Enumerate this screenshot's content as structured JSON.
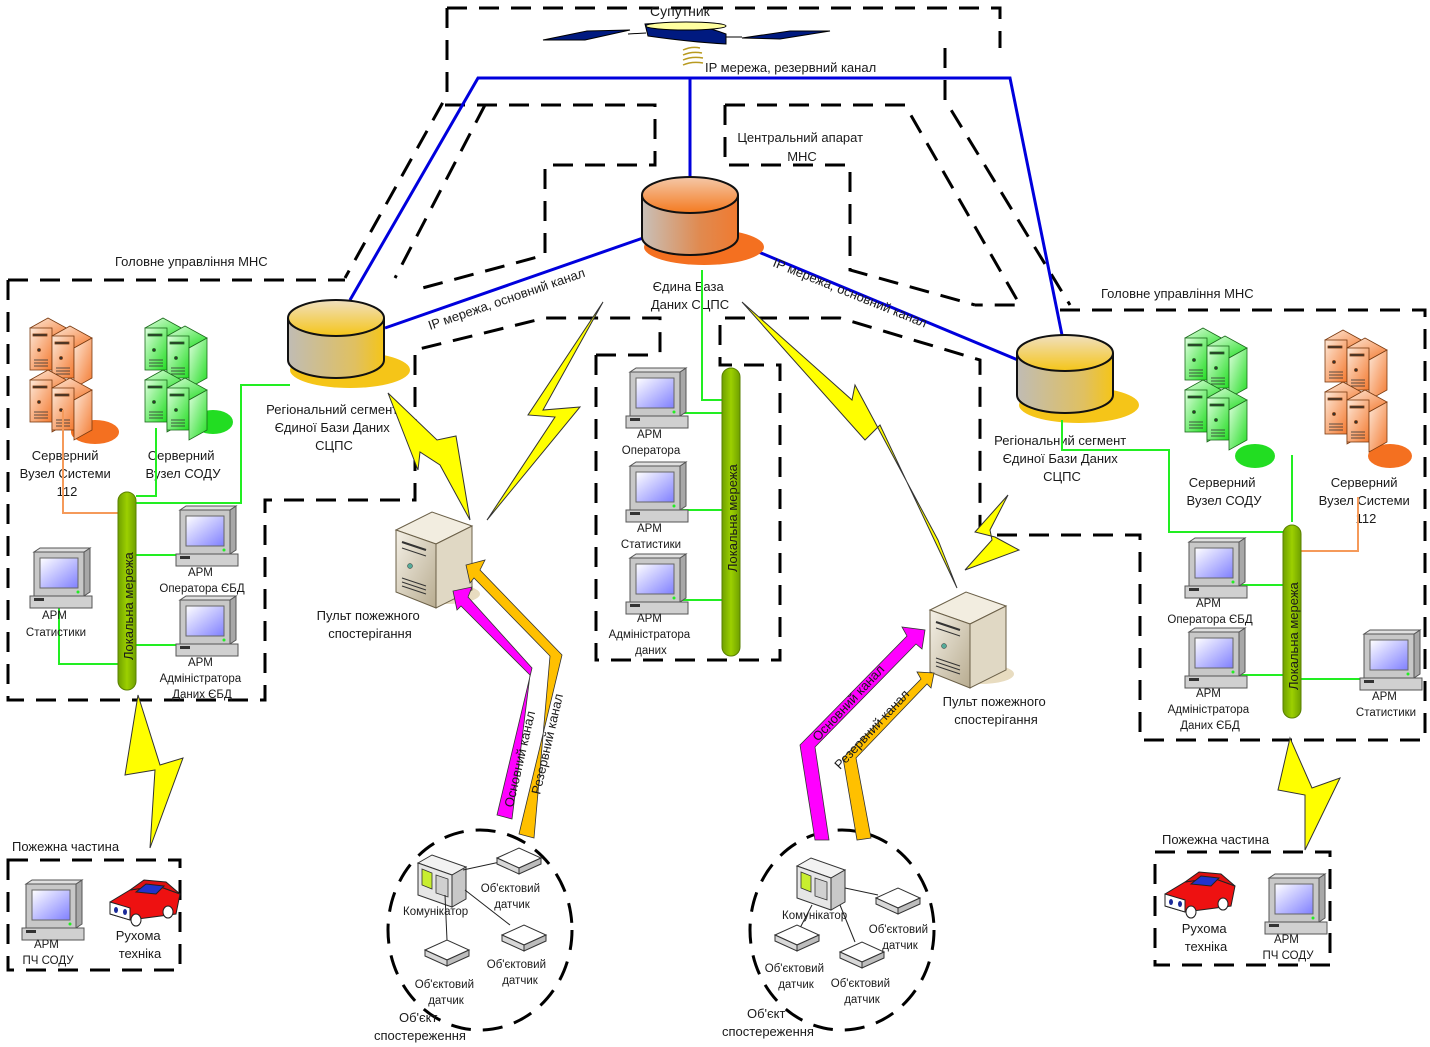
{
  "colors": {
    "ip_line": "#0000dd",
    "lan_line": "#22ee22",
    "lan_bar": "#88c400",
    "primary_channel": "#ff00ff",
    "backup_channel": "#ffc000",
    "bolt": "#ffff00",
    "central_db": "#f07a30",
    "regional_db": "#f5c518"
  },
  "satellite": {
    "label": "Супутник",
    "link_label": "IP мережа, резервний канал"
  },
  "central": {
    "zone_label": [
      "Центральний апарат",
      "МНС"
    ],
    "db_label": [
      "Єдина База",
      "Даних СЦПС"
    ],
    "lan_label": "Локальна мережа",
    "workstations": [
      {
        "label": [
          "АРМ",
          "Оператора"
        ]
      },
      {
        "label": [
          "АРМ",
          "Статистики"
        ]
      },
      {
        "label": [
          "АРМ",
          "Адміністратора",
          "даних"
        ]
      }
    ]
  },
  "ip_links": {
    "left_label": "IP мережа, основний канал",
    "right_label": "IP мережа, основний канал"
  },
  "left_region": {
    "zone_label": "Головне управління МНС",
    "db_label": [
      "Регіональний сегмент",
      "Єдиної Бази Даних",
      "СЦПС"
    ],
    "server_112": [
      "Серверний",
      "Вузел Системи",
      "112"
    ],
    "server_sodu": [
      "Серверний",
      "Вузел СОДУ"
    ],
    "lan_label": "Локальна мережа",
    "ws_stat": [
      "АРМ",
      "Статистики"
    ],
    "ws_operator": [
      "АРМ",
      "Оператора ЄБД"
    ],
    "ws_admin": [
      "АРМ",
      "Адміністратора",
      "Даних ЄБД"
    ],
    "fire_unit": {
      "label": "Пожежна частина",
      "ws": [
        "АРМ",
        "ПЧ СОДУ"
      ],
      "vehicle": [
        "Рухома",
        "техніка"
      ]
    }
  },
  "right_region": {
    "zone_label": "Головне управління МНС",
    "db_label": [
      "Регіональний сегмент",
      "Єдиної Бази Даних",
      "СЦПС"
    ],
    "server_sodu": [
      "Серверний",
      "Вузел СОДУ"
    ],
    "server_112": [
      "Серверний",
      "Вузел Системи",
      "112"
    ],
    "lan_label": "Локальна мережа",
    "ws_operator": [
      "АРМ",
      "Оператора ЄБД"
    ],
    "ws_admin": [
      "АРМ",
      "Адміністратора",
      "Даних ЄБД"
    ],
    "ws_stat": [
      "АРМ",
      "Статистики"
    ],
    "fire_unit": {
      "label": "Пожежна частина",
      "vehicle": [
        "Рухома",
        "техніка"
      ],
      "ws": [
        "АРМ",
        "ПЧ СОДУ"
      ]
    }
  },
  "monitoring_left": {
    "console_label": [
      "Пульт пожежного",
      "спостерігання"
    ],
    "primary_channel": "Основний канал",
    "backup_channel": "Резервний канал",
    "communicator": "Комунікатор",
    "sensors": [
      [
        "Об'єктовий",
        "датчик"
      ],
      [
        "Об'єктовий",
        "датчик"
      ],
      [
        "Об'єктовий",
        "датчик"
      ]
    ],
    "object_label": [
      "Об'єкт",
      "спостереження"
    ]
  },
  "monitoring_right": {
    "console_label": [
      "Пульт пожежного",
      "спостерігання"
    ],
    "primary_channel": "Основний канал",
    "backup_channel": "Резервний канал",
    "communicator": "Комунікатор",
    "sensors": [
      [
        "Об'єктовий",
        "датчик"
      ],
      [
        "Об'єктовий",
        "датчик"
      ],
      [
        "Об'єктовий",
        "датчик"
      ]
    ],
    "object_label": [
      "Об'єкт",
      "спостереження"
    ]
  }
}
